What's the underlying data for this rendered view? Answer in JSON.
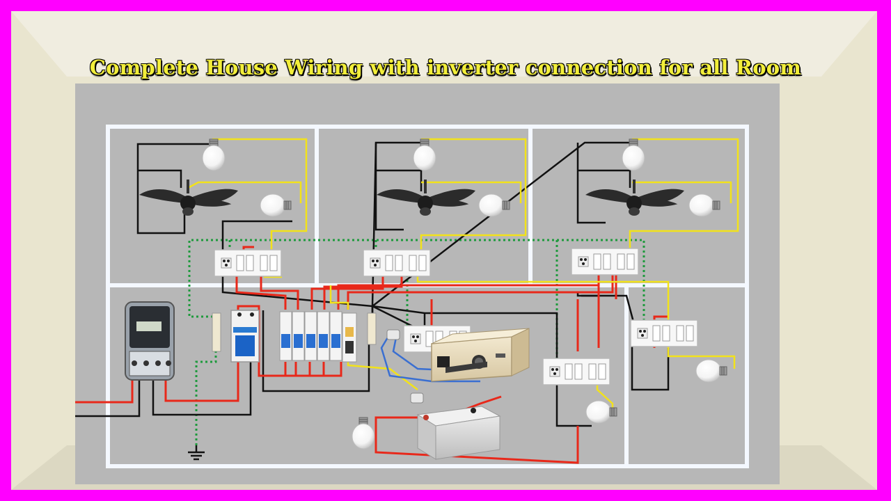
{
  "title": "Complete House Wiring with inverter connection for all Room",
  "colors": {
    "border": "#ff00ff",
    "wall_outer": "#e9e5cf",
    "floor": "#b7b7b7",
    "room_wall": "#f4f8ff",
    "phase": "#e8281a",
    "neutral": "#111111",
    "switched": "#f2e21a",
    "earth": "#1e9a3c",
    "inverter_wire": "#3a6fd1"
  },
  "components": {
    "rooms": [
      "room-1",
      "room-2",
      "room-3",
      "room-4",
      "room-5"
    ],
    "icons": [
      "bulb-icon",
      "ceiling-fan-icon",
      "switch-board-icon",
      "energy-meter-icon",
      "main-switch-icon",
      "mcb-icon",
      "rccb-icon",
      "inverter-icon",
      "battery-icon",
      "earth-symbol-icon",
      "bus-bar-icon"
    ]
  }
}
